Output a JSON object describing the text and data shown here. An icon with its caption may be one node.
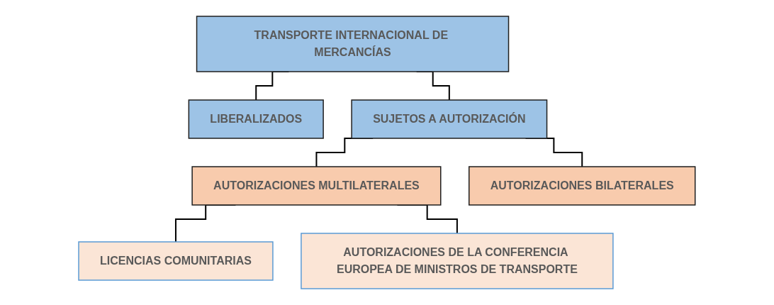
{
  "diagram": {
    "nodes": [
      {
        "text": [
          "TRANSPORTE INTERNACIONAL DE MERCANCÍAS"
        ]
      },
      {
        "text": [
          "LIBERALIZADOS"
        ]
      },
      {
        "text": [
          "SUJETOS A AUTORIZACIÓN"
        ]
      },
      {
        "text": [
          "AUTORIZACIONES MULTILATERALES"
        ]
      },
      {
        "text": [
          "AUTORIZACIONES BILATERALES"
        ]
      },
      {
        "text": [
          "LICENCIAS COMUNITARIAS"
        ]
      },
      {
        "text": [
          "AUTORIZACIONES DE LA CONFERENCIA EUROPEA DE MINISTROS DE TRANSPORTE"
        ]
      }
    ],
    "edges": [
      {
        "from": 0,
        "to": 1,
        "arrow": "none"
      },
      {
        "from": 0,
        "to": 2,
        "arrow": "none"
      },
      {
        "from": 2,
        "to": 3,
        "arrow": "none"
      },
      {
        "from": 2,
        "to": 4,
        "arrow": "none"
      },
      {
        "from": 3,
        "to": 5,
        "arrow": "none"
      },
      {
        "from": 3,
        "to": 6,
        "arrow": "none"
      }
    ]
  }
}
